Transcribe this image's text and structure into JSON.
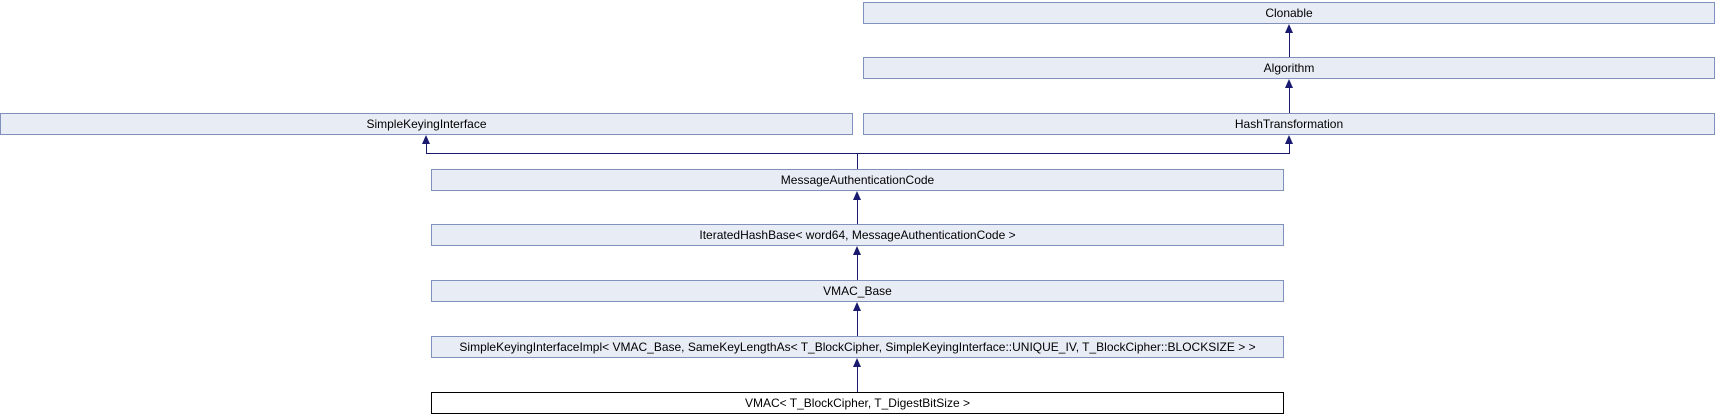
{
  "diagram": {
    "kind": "class-inheritance-graph",
    "colors": {
      "node_fill": "#e8ecf5",
      "node_border": "#8191be",
      "edge": "#191970",
      "current_node_fill": "#ffffff",
      "current_node_border": "#000000",
      "background": "#ffffff"
    },
    "nodes": [
      {
        "id": "clonable",
        "label": "Clonable"
      },
      {
        "id": "algorithm",
        "label": "Algorithm"
      },
      {
        "id": "simple-keying-interface",
        "label": "SimpleKeyingInterface"
      },
      {
        "id": "hash-transformation",
        "label": "HashTransformation"
      },
      {
        "id": "message-authentication-code",
        "label": "MessageAuthenticationCode"
      },
      {
        "id": "iterated-hash-base",
        "label": "IteratedHashBase< word64, MessageAuthenticationCode >"
      },
      {
        "id": "vmac-base",
        "label": "VMAC_Base"
      },
      {
        "id": "simple-keying-interface-impl",
        "label": "SimpleKeyingInterfaceImpl< VMAC_Base, SameKeyLengthAs< T_BlockCipher, SimpleKeyingInterface::UNIQUE_IV, T_BlockCipher::BLOCKSIZE > >"
      },
      {
        "id": "vmac",
        "label": "VMAC< T_BlockCipher, T_DigestBitSize >",
        "current": true
      }
    ],
    "edges": [
      {
        "child": "Algorithm",
        "parent": "Clonable"
      },
      {
        "child": "HashTransformation",
        "parent": "Algorithm"
      },
      {
        "child": "MessageAuthenticationCode",
        "parent": "SimpleKeyingInterface"
      },
      {
        "child": "MessageAuthenticationCode",
        "parent": "HashTransformation"
      },
      {
        "child": "IteratedHashBase< word64, MessageAuthenticationCode >",
        "parent": "MessageAuthenticationCode"
      },
      {
        "child": "VMAC_Base",
        "parent": "IteratedHashBase< word64, MessageAuthenticationCode >"
      },
      {
        "child": "SimpleKeyingInterfaceImpl< VMAC_Base, SameKeyLengthAs< T_BlockCipher, SimpleKeyingInterface::UNIQUE_IV, T_BlockCipher::BLOCKSIZE > >",
        "parent": "VMAC_Base"
      },
      {
        "child": "VMAC< T_BlockCipher, T_DigestBitSize >",
        "parent": "SimpleKeyingInterfaceImpl< VMAC_Base, SameKeyLengthAs< T_BlockCipher, SimpleKeyingInterface::UNIQUE_IV, T_BlockCipher::BLOCKSIZE > >"
      }
    ]
  }
}
